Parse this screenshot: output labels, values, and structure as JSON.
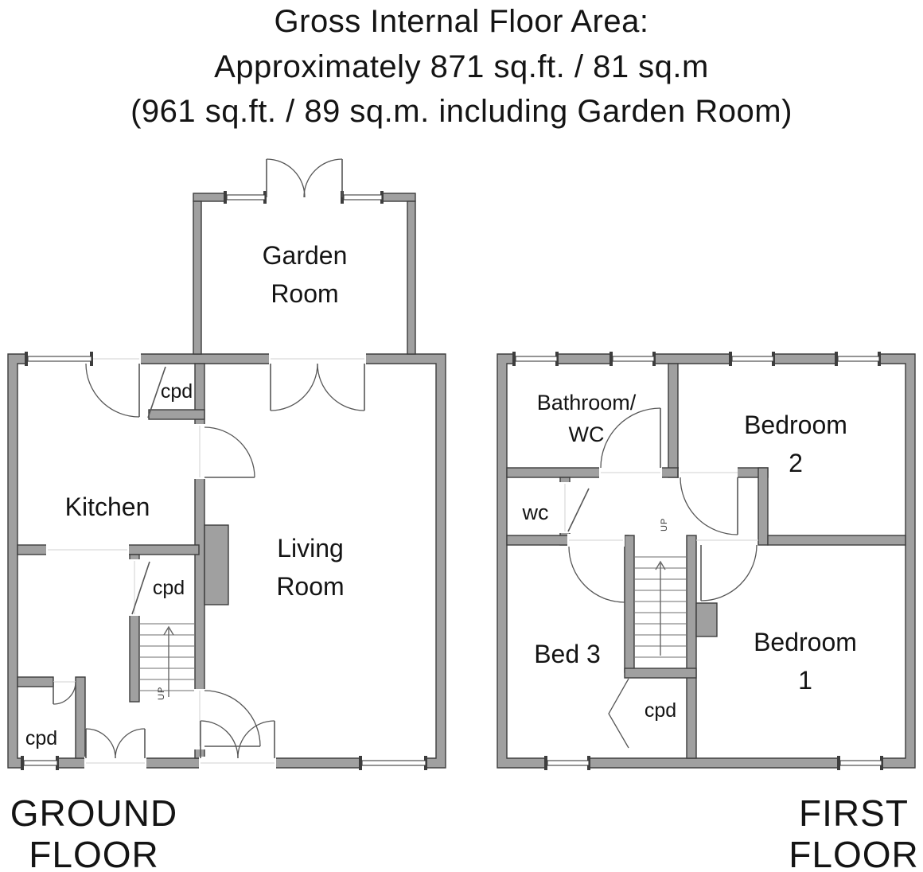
{
  "header": {
    "line1": "Gross Internal Floor Area:",
    "line2": "Approximately 871 sq.ft. / 81 sq.m",
    "line3": "(961 sq.ft. / 89 sq.m. including Garden Room)"
  },
  "ground_floor": {
    "floor_label": [
      "GROUND",
      "FLOOR"
    ],
    "rooms": {
      "garden_room": [
        "Garden",
        "Room"
      ],
      "kitchen": "Kitchen",
      "living_room": [
        "Living",
        "Room"
      ]
    },
    "cupboards": [
      "cpd",
      "cpd",
      "cpd"
    ],
    "stairs_label": "UP"
  },
  "first_floor": {
    "floor_label": [
      "FIRST",
      "FLOOR"
    ],
    "rooms": {
      "bathroom": [
        "Bathroom/",
        "WC"
      ],
      "bedroom_2": [
        "Bedroom",
        "2"
      ],
      "wc": "wc",
      "bed_3": "Bed 3",
      "bedroom_1": [
        "Bedroom",
        "1"
      ]
    },
    "cupboard": "cpd",
    "stairs_label": "UP"
  },
  "colors": {
    "background": "#ffffff",
    "wall_fill": "#a0a0a0",
    "wall_edge": "#3d3d3d",
    "door_line": "#565656",
    "text": "#141414"
  }
}
